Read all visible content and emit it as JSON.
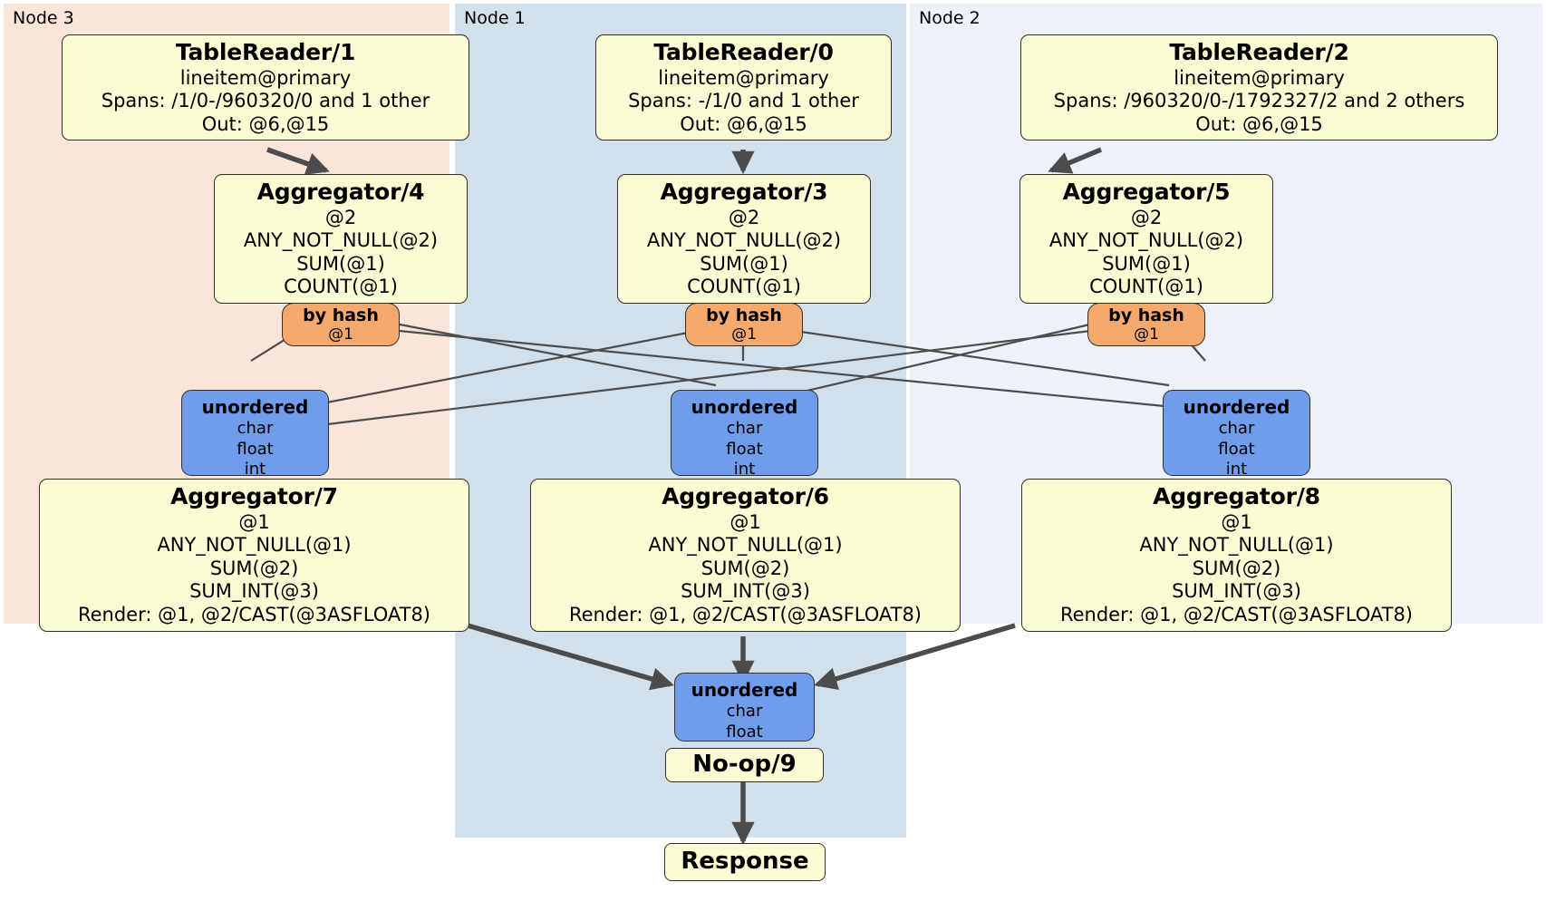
{
  "diagram": {
    "title": "Distributed query execution plan",
    "colors": {
      "node3_region": "#fbe4d8",
      "node1_region": "#d2e0eb",
      "node2_region": "#ecf1fa",
      "processor_fill": "#fbfbd4",
      "router_fill": "#f6a96d",
      "sync_fill": "#6f9ceb",
      "border": "#31302b",
      "edge": "#4c4c4c",
      "thick_edge": "#4c4c4c"
    }
  },
  "regions": [
    {
      "id": "node3",
      "label": "Node 3"
    },
    {
      "id": "node1",
      "label": "Node 1"
    },
    {
      "id": "node2",
      "label": "Node 2"
    }
  ],
  "processors": {
    "tablereader_1": {
      "title": "TableReader/1",
      "lines": [
        "lineitem@primary",
        "Spans: /1/0-/960320/0 and 1 other",
        "Out: @6,@15"
      ]
    },
    "tablereader_0": {
      "title": "TableReader/0",
      "lines": [
        "lineitem@primary",
        "Spans: -/1/0 and 1 other",
        "Out: @6,@15"
      ]
    },
    "tablereader_2": {
      "title": "TableReader/2",
      "lines": [
        "lineitem@primary",
        "Spans: /960320/0-/1792327/2 and 2 others",
        "Out: @6,@15"
      ]
    },
    "aggregator_4": {
      "title": "Aggregator/4",
      "lines": [
        "@2",
        "ANY_NOT_NULL(@2)",
        "SUM(@1)",
        "COUNT(@1)"
      ]
    },
    "aggregator_3": {
      "title": "Aggregator/3",
      "lines": [
        "@2",
        "ANY_NOT_NULL(@2)",
        "SUM(@1)",
        "COUNT(@1)"
      ]
    },
    "aggregator_5": {
      "title": "Aggregator/5",
      "lines": [
        "@2",
        "ANY_NOT_NULL(@2)",
        "SUM(@1)",
        "COUNT(@1)"
      ]
    },
    "aggregator_7": {
      "title": "Aggregator/7",
      "lines": [
        "@1",
        "ANY_NOT_NULL(@1)",
        "SUM(@2)",
        "SUM_INT(@3)",
        "Render: @1, @2/CAST(@3ASFLOAT8)"
      ]
    },
    "aggregator_6": {
      "title": "Aggregator/6",
      "lines": [
        "@1",
        "ANY_NOT_NULL(@1)",
        "SUM(@2)",
        "SUM_INT(@3)",
        "Render: @1, @2/CAST(@3ASFLOAT8)"
      ]
    },
    "aggregator_8": {
      "title": "Aggregator/8",
      "lines": [
        "@1",
        "ANY_NOT_NULL(@1)",
        "SUM(@2)",
        "SUM_INT(@3)",
        "Render: @1, @2/CAST(@3ASFLOAT8)"
      ]
    },
    "noop_9": {
      "title": "No-op/9"
    },
    "response": {
      "title": "Response"
    }
  },
  "routers": {
    "byhash_left": {
      "title": "by hash",
      "detail": "@1"
    },
    "byhash_center": {
      "title": "by hash",
      "detail": "@1"
    },
    "byhash_right": {
      "title": "by hash",
      "detail": "@1"
    }
  },
  "synchronizers": {
    "unordered_left": {
      "title": "unordered",
      "lines": [
        "char",
        "float",
        "int"
      ]
    },
    "unordered_center": {
      "title": "unordered",
      "lines": [
        "char",
        "float",
        "int"
      ]
    },
    "unordered_right": {
      "title": "unordered",
      "lines": [
        "char",
        "float",
        "int"
      ]
    },
    "unordered_final": {
      "title": "unordered",
      "lines": [
        "char",
        "float"
      ]
    }
  }
}
